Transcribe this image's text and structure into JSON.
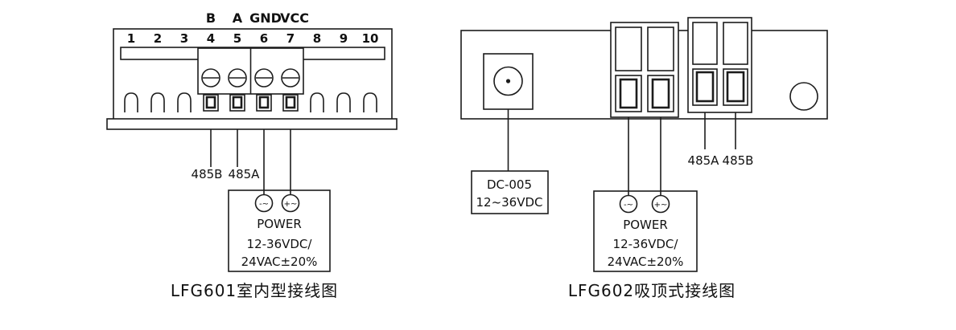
{
  "page": {
    "background": "#ffffff",
    "line_color": "#1c1c1c"
  },
  "lfg601": {
    "caption": "LFG601室内型接线图",
    "top_labels": {
      "b": "B",
      "a": "A",
      "gnd": "GND",
      "vcc": "VCC"
    },
    "terminals": [
      "1",
      "2",
      "3",
      "4",
      "5",
      "6",
      "7",
      "8",
      "9",
      "10"
    ],
    "wire_label_b": "485B",
    "wire_label_a": "485A",
    "power": {
      "neg_symbol": "-~",
      "pos_symbol": "+~",
      "title": "POWER",
      "volts_line1": "12-36VDC/",
      "volts_line2": "24VAC±20%"
    }
  },
  "lfg602": {
    "caption": "LFG602吸顶式接线图",
    "dc_plug": {
      "model": "DC-005",
      "volts": "12~36VDC"
    },
    "wire_label_a": "485A",
    "wire_label_b": "485B",
    "power": {
      "neg_symbol": "-~",
      "pos_symbol": "+~",
      "title": "POWER",
      "volts_line1": "12-36VDC/",
      "volts_line2": "24VAC±20%"
    }
  }
}
